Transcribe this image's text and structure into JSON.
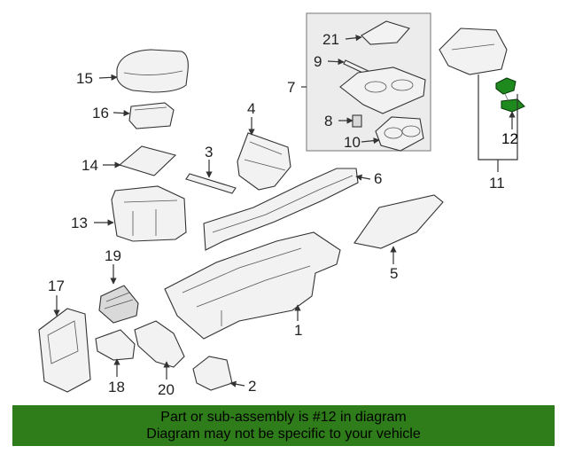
{
  "callouts": {
    "c1": "1",
    "c2": "2",
    "c3": "3",
    "c4": "4",
    "c5": "5",
    "c6": "6",
    "c7": "7",
    "c8": "8",
    "c9": "9",
    "c10": "10",
    "c11": "11",
    "c12": "12",
    "c13": "13",
    "c14": "14",
    "c15": "15",
    "c16": "16",
    "c17": "17",
    "c18": "18",
    "c19": "19",
    "c20": "20",
    "c21": "21"
  },
  "highlighted_part": "12",
  "colors": {
    "highlight": "#1e8a1e",
    "banner": "#2e7d1a"
  },
  "banner": {
    "line1": "Part or sub-assembly is #12 in diagram",
    "line2": "Diagram may not be specific to your vehicle"
  }
}
